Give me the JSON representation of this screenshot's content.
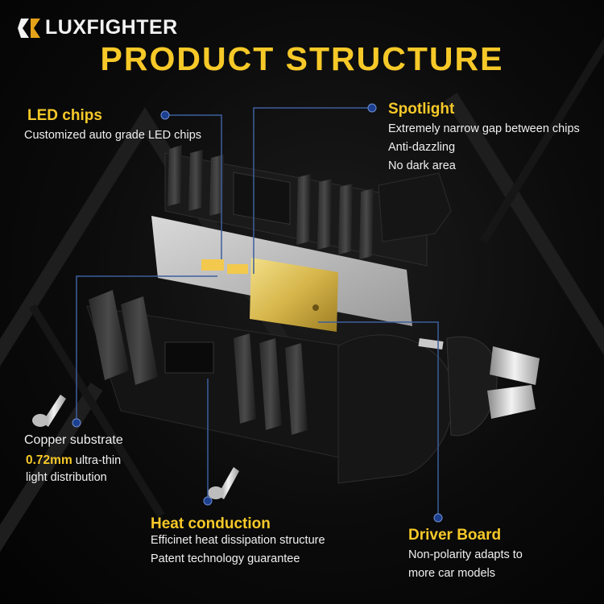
{
  "brand": {
    "name": "LUXFIGHTER",
    "logo_icon": "lux-logo-icon"
  },
  "title": "PRODUCT STRUCTURE",
  "colors": {
    "accent": "#f7c928",
    "text": "#f0f0f0",
    "leader_line": "#3d5f9e",
    "background": "#0b0b0b"
  },
  "callouts": {
    "led_chips": {
      "heading": "LED chips",
      "lines": [
        "Customized auto grade LED chips"
      ]
    },
    "spotlight": {
      "heading": "Spotlight",
      "lines": [
        "Extremely narrow gap between chips",
        "Anti-dazzling",
        "No dark area"
      ]
    },
    "copper_substrate": {
      "heading": "Copper substrate",
      "highlight": "0.72mm",
      "line1_rest": " ultra-thin",
      "line2": "light distribution"
    },
    "heat_conduction": {
      "heading": "Heat conduction",
      "lines": [
        "Efficinet heat dissipation structure",
        "Patent technology guarantee"
      ]
    },
    "driver_board": {
      "heading": "Driver Board",
      "lines": [
        "Non-polarity adapts to",
        "more car models"
      ]
    }
  }
}
